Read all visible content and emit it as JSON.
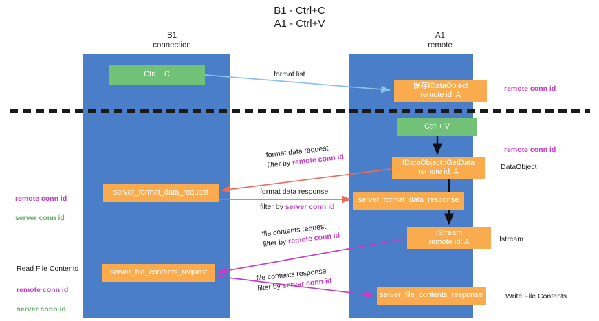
{
  "title": "B1 - Ctrl+C\nA1 - Ctrl+V",
  "columns": {
    "left": {
      "header": "B1\nconnection"
    },
    "right": {
      "header": "A1\nremote"
    }
  },
  "nodes": {
    "ctrl_c": {
      "label": "Ctrl + C",
      "color": "#71c177"
    },
    "idataobject": {
      "label": "保存IDataObject\nremote id: A",
      "color": "#f9ab4e"
    },
    "ctrl_v": {
      "label": "Ctrl + V",
      "color": "#71c177"
    },
    "getdata": {
      "label": "IDataObject::GetData\nremote id: A",
      "color": "#f9ab4e"
    },
    "server_format_data_request": {
      "label": "server_format_data_request",
      "color": "#f9ab4e"
    },
    "server_format_data_response": {
      "label": "server_format_data_response",
      "color": "#f9ab4e"
    },
    "istream": {
      "label": "IStream\nremote id: A",
      "color": "#f9ab4e"
    },
    "server_file_contents_request": {
      "label": "server_file_contents_request",
      "color": "#f9ab4e"
    },
    "server_file_contents_response": {
      "label": "server_file_contents_response",
      "color": "#f9ab4e"
    }
  },
  "flows": {
    "format_list": {
      "line1": "format list",
      "color": "#8ec3e8"
    },
    "format_data_request": {
      "line1": "format data request",
      "line2_prefix": "filter by ",
      "line2_key": "remote conn id",
      "color": "#ef6a5a"
    },
    "format_data_response": {
      "line1": "format data response",
      "line2_prefix": "filter by ",
      "line2_key": "server conn id",
      "color": "#ef6a5a"
    },
    "file_contents_request": {
      "line1": "file contents request",
      "line2_prefix": "filter by ",
      "line2_key": "remote conn id",
      "color": "#c23ec2"
    },
    "file_contents_response": {
      "line1": "file contents response",
      "line2_prefix": "filter by ",
      "line2_key": "server conn id",
      "color": "#c23ec2"
    }
  },
  "annotations": {
    "remote_conn_id_top": "remote conn id",
    "remote_conn_id_mid": "remote conn id",
    "dataobject": "DataObject",
    "istream": "Istream",
    "write_file_contents": "Write File Contents",
    "read_file_contents": "Read File Contents",
    "legend_remote": "remote conn id",
    "legend_server": "server conn id"
  },
  "colors": {
    "lane": "#4a7ec9",
    "green_box": "#71c177",
    "orange_box": "#f9ab4e",
    "purple_text": "#c23ec2",
    "green_text": "#6aab6f",
    "red_arrow": "#ef6a5a",
    "blue_arrow": "#8ec3e8",
    "magenta_arrow": "#c23ec2",
    "black_arrow": "#111111",
    "divider": "#1a1a1a"
  }
}
